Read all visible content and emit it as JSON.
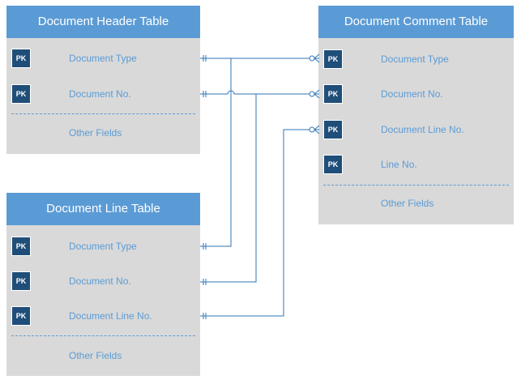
{
  "colors": {
    "header_blue": "#5b9bd5",
    "pk_navy": "#1f4e79",
    "panel_gray": "#d9d9d9",
    "connector_blue": "#2e75b6"
  },
  "tables": {
    "header": {
      "title": "Document Header Table",
      "fields": [
        {
          "key": "PK",
          "label": "Document Type"
        },
        {
          "key": "PK",
          "label": "Document No."
        }
      ],
      "other": "Other Fields"
    },
    "comment": {
      "title": "Document Comment Table",
      "fields": [
        {
          "key": "PK",
          "label": "Document Type"
        },
        {
          "key": "PK",
          "label": "Document No."
        },
        {
          "key": "PK",
          "label": "Document Line No."
        },
        {
          "key": "PK",
          "label": "Line No."
        }
      ],
      "other": "Other Fields"
    },
    "line": {
      "title": "Document Line Table",
      "fields": [
        {
          "key": "PK",
          "label": "Document Type"
        },
        {
          "key": "PK",
          "label": "Document No."
        },
        {
          "key": "PK",
          "label": "Document Line No."
        }
      ],
      "other": "Other Fields"
    }
  },
  "relationships": [
    {
      "from": "Document Header Table.Document Type",
      "to": "Document Comment Table.Document Type",
      "from_end": "one",
      "to_end": "zero-or-many"
    },
    {
      "from": "Document Header Table.Document No.",
      "to": "Document Comment Table.Document No.",
      "from_end": "one",
      "to_end": "zero-or-many"
    },
    {
      "from": "Document Line Table.Document Type",
      "to": "Document Comment Table.Document Type",
      "from_end": "one",
      "to_end": "zero-or-many"
    },
    {
      "from": "Document Line Table.Document No.",
      "to": "Document Comment Table.Document No.",
      "from_end": "one",
      "to_end": "zero-or-many"
    },
    {
      "from": "Document Line Table.Document Line No.",
      "to": "Document Comment Table.Document Line No.",
      "from_end": "one",
      "to_end": "zero-or-many"
    }
  ]
}
